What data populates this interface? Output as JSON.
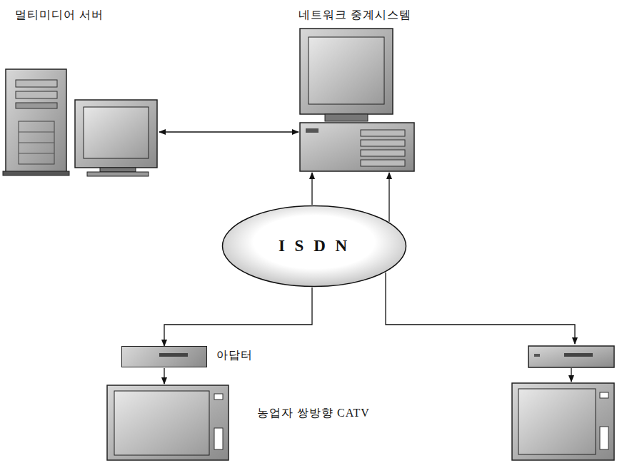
{
  "diagram": {
    "nodes": [
      {
        "text": [
          "멀티미디어 서버"
        ]
      },
      {
        "text": [
          "네트워크 중계시스템"
        ]
      },
      {
        "text": [
          "I S D N"
        ]
      },
      {
        "text": [
          "아답터"
        ]
      }
    ],
    "edges": [
      {
        "from": 0,
        "to": 1,
        "arrow": "both"
      },
      {
        "from": 2,
        "to": 1,
        "arrow": "to"
      },
      {
        "from": 2,
        "to": 1,
        "arrow": "to"
      },
      {
        "from": 2,
        "to": 3,
        "arrow": "to"
      }
    ],
    "labels": [
      "농업자 쌍방향 CATV"
    ]
  }
}
